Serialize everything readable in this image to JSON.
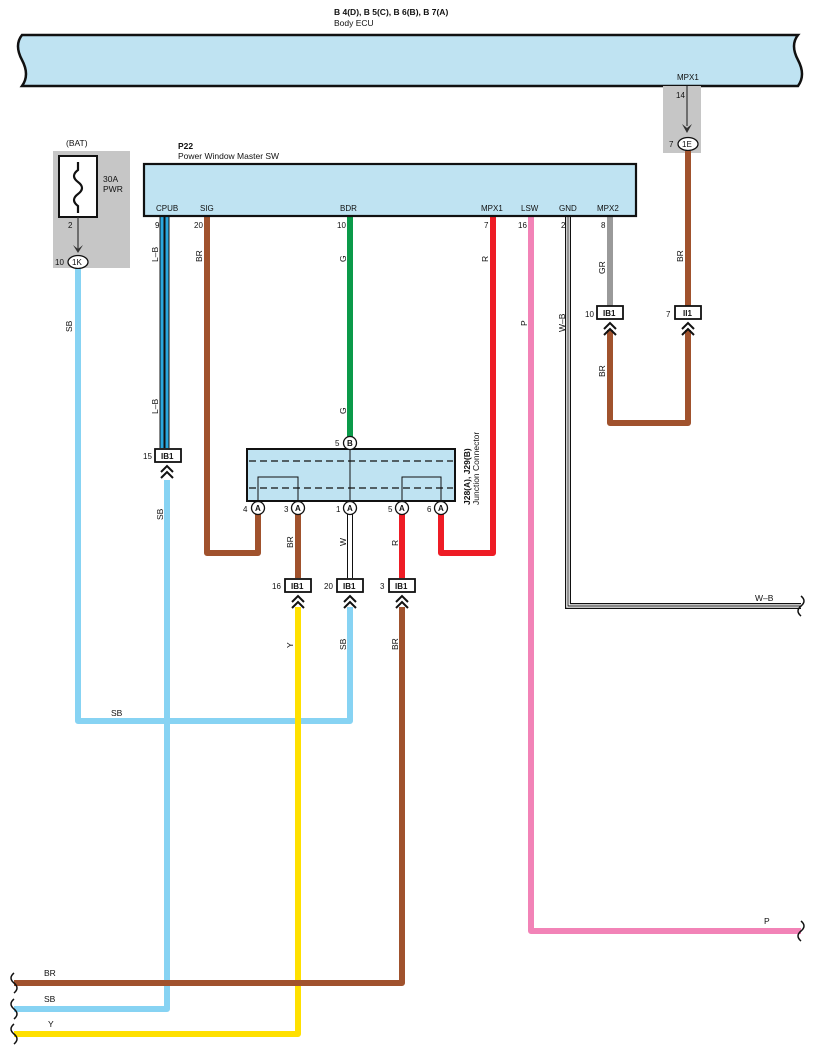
{
  "body_ecu": {
    "connectors": "B 4(D), B 5(C), B 6(B), B 7(A)",
    "name": "Body ECU",
    "pin_label": "MPX1",
    "pin_number": "14"
  },
  "junction_1E": {
    "pin": "7",
    "code": "1E"
  },
  "fuse": {
    "source": "(BAT)",
    "rating": "30A",
    "name": "PWR",
    "out_pin": "2",
    "conn_pin": "10",
    "conn_code": "1K"
  },
  "master_sw": {
    "code": "P22",
    "name": "Power Window Master SW",
    "terminals": [
      {
        "label": "CPUB",
        "pin": "9"
      },
      {
        "label": "SIG",
        "pin": "20"
      },
      {
        "label": "BDR",
        "pin": "10"
      },
      {
        "label": "MPX1",
        "pin": "7"
      },
      {
        "label": "LSW",
        "pin": "16"
      },
      {
        "label": "GND",
        "pin": "2"
      },
      {
        "label": "MPX2",
        "pin": "8"
      }
    ]
  },
  "junction_connector": {
    "code": "J28(A), J29(B)",
    "name": "Junction Connector",
    "top_pin": "5",
    "top_letter": "B",
    "pins": [
      {
        "num": "4",
        "letter": "A"
      },
      {
        "num": "3",
        "letter": "A"
      },
      {
        "num": "1",
        "letter": "A"
      },
      {
        "num": "5",
        "letter": "A"
      },
      {
        "num": "6",
        "letter": "A"
      }
    ]
  },
  "connectors": {
    "ib1_cpub": {
      "pin": "15",
      "code": "IB1"
    },
    "ib1_mpx2": {
      "pin": "10",
      "code": "IB1"
    },
    "ii1": {
      "pin": "7",
      "code": "II1"
    },
    "ib1_a": {
      "pin": "16",
      "code": "IB1"
    },
    "ib1_b": {
      "pin": "20",
      "code": "IB1"
    },
    "ib1_c": {
      "pin": "3",
      "code": "IB1"
    }
  },
  "wire_labels": {
    "sb_fuse": "SB",
    "lb_upper": "L–B",
    "lb_lower": "L–B",
    "sb_cpub": "SB",
    "br_sig": "BR",
    "g_upper": "G",
    "g_lower": "G",
    "r_mpx1": "R",
    "p_lsw": "P",
    "wb_gnd": "W–B",
    "gr_mpx2": "GR",
    "br_1e": "BR",
    "br_loop": "BR",
    "br_jc": "BR",
    "w_jc": "W",
    "r_jc": "R",
    "y_down": "Y",
    "sb_down": "SB",
    "br_down": "BR",
    "sb_horiz": "SB",
    "wb_right": "W–B",
    "p_right": "P",
    "br_bottom": "BR",
    "sb_bottom": "SB",
    "y_bottom": "Y"
  },
  "colors": {
    "BR": "#a0522d",
    "SB": "#87d3f3",
    "G": "#0a9a49",
    "R": "#ee1c25",
    "P": "#f283b7",
    "Y": "#ffe000",
    "GR": "#9a9a9a",
    "L": "#2aa8e0",
    "box_fill": "#bfe3f2",
    "junction_fill": "#c6c6c6"
  }
}
